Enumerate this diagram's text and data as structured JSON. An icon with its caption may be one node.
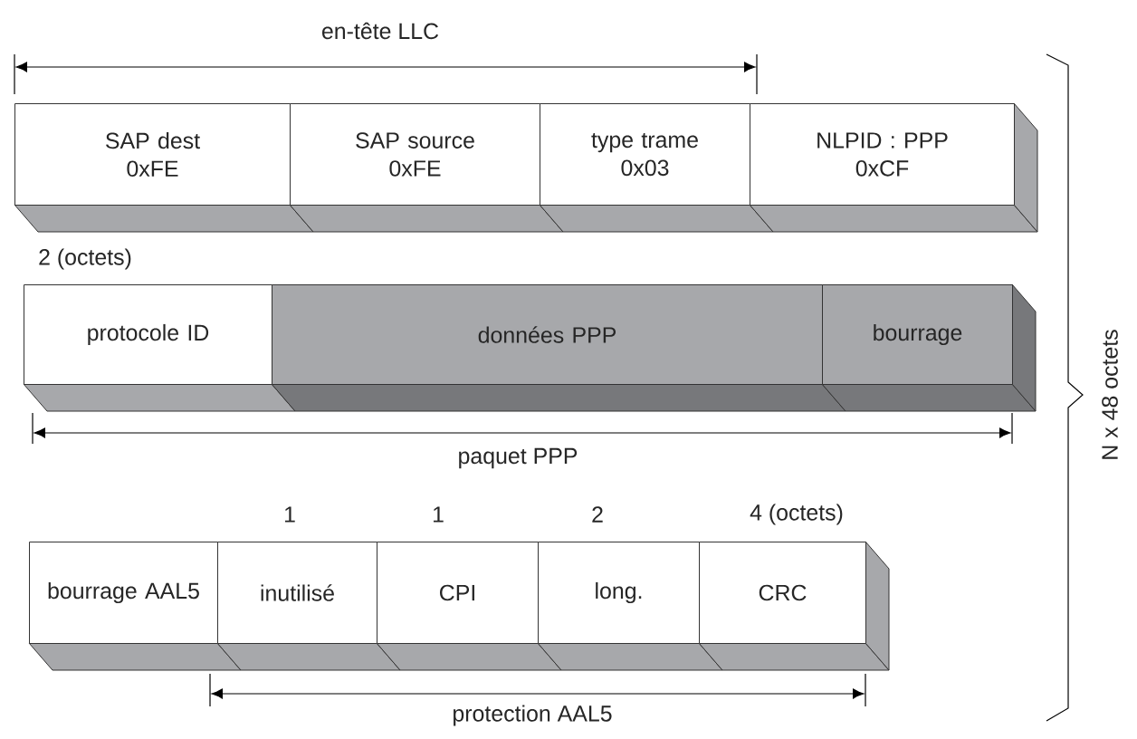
{
  "diagram": {
    "nodes": [
      {
        "text": [
          "SAP dest",
          "0xFE"
        ]
      },
      {
        "text": [
          "SAP source",
          "0xFE"
        ]
      },
      {
        "text": [
          "type trame",
          "0x03"
        ]
      },
      {
        "text": [
          "NLPID : PPP",
          "0xCF"
        ]
      },
      {
        "text": [
          "protocole ID"
        ]
      },
      {
        "text": [
          "données PPP"
        ]
      },
      {
        "text": [
          "bourrage"
        ]
      },
      {
        "text": [
          "bourrage AAL5"
        ]
      },
      {
        "text": [
          "inutilisé"
        ]
      },
      {
        "text": [
          "CPI"
        ]
      },
      {
        "text": [
          "long."
        ]
      },
      {
        "text": [
          "CRC"
        ]
      }
    ],
    "labels": [
      "en-tête LLC",
      "2 (octets)",
      "paquet PPP",
      "1",
      "1",
      "2",
      "4 (octets)",
      "protection AAL5",
      "N x 48 octets"
    ]
  }
}
